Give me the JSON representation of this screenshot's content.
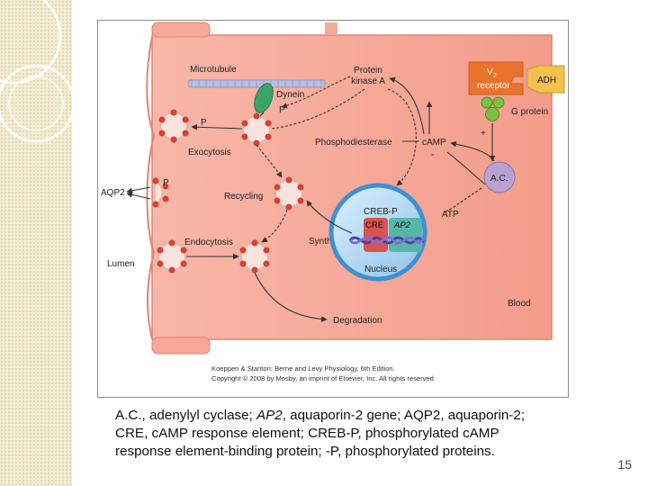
{
  "slide": {
    "page_number": "15",
    "caption": {
      "line1_a": "A.C., adenylyl cyclase; ",
      "line1_b": "AP2",
      "line1_c": ", aquaporin-2 gene; AQP2, aquaporin-2;",
      "line2": "CRE, cAMP response element; CREB-P, phosphorylated cAMP",
      "line3": "response element-binding protein; -P, phosphorylated proteins."
    }
  },
  "figure": {
    "labels": {
      "microtubule": "Microtubule",
      "protein_kinase_a_1": "Protein",
      "protein_kinase_a_2": "kinase A",
      "dynein": "Dynein",
      "p_dynein": "P",
      "p_exocytosis": "P",
      "exocytosis": "Exocytosis",
      "phosphodiesterase": "Phosphodiesterase",
      "camp": "cAMP",
      "minus": "-",
      "plus": "+",
      "aqp2": "AQP2",
      "p_aqp2": "P",
      "recycling": "Recycling",
      "creb_p": "CREB-P",
      "cre": "CRE",
      "ap2_gene": "AP2",
      "atp": "ATP",
      "endocytosis": "Endocytosis",
      "synthesis": "Synthesis",
      "nucleus": "Nucleus",
      "lumen": "Lumen",
      "blood": "Blood",
      "degradation": "Degradation",
      "v2_receptor_v": "V",
      "v2_receptor_sub": "2",
      "v2_receptor_2": "receptor",
      "adh": "ADH",
      "g_protein": "G protein",
      "ac": "A.C.",
      "credit_1": "Koeppen & Stanton: Berne and Levy Physiology, 6th Edition.",
      "credit_2": "Copyright © 2008 by Mosby, an imprint of Elsevier, Inc. All rights reserved"
    },
    "colors": {
      "cell": "#f6a999",
      "cell_edge": "#e58b7a",
      "nucleus_ring": "#3f8fd4",
      "nucleus_fill": "#bcdcef",
      "receptor": "#e8732c",
      "adh": "#f2c14e",
      "g_protein": "#7bc043",
      "ac": "#b7a3d1",
      "microtubule": "#b7bfe0",
      "dynein": "#3aa36a",
      "vesicle_ball": "#d8402f",
      "cre": "#d9534f",
      "ap2": "#57b6a8"
    }
  }
}
